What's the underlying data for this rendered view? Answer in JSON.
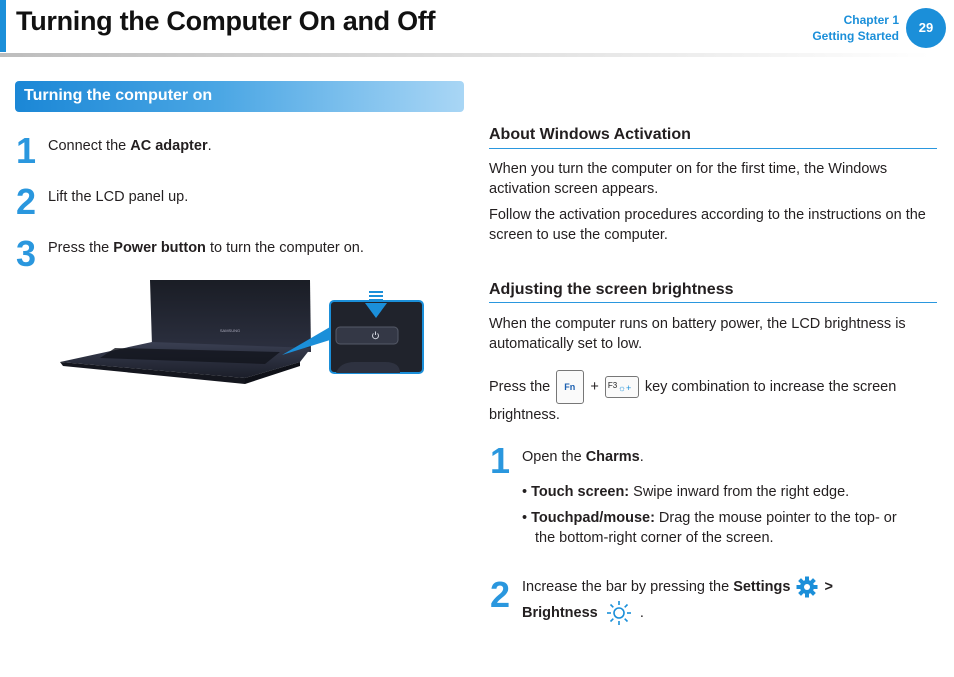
{
  "header": {
    "title": "Turning the Computer On and Off",
    "chapter_label": "Chapter 1",
    "chapter_name": "Getting Started",
    "page_number": "29"
  },
  "section": {
    "title": "Turning the computer on"
  },
  "left_steps": [
    {
      "number": "1",
      "pre": "Connect the ",
      "bold": "AC adapter",
      "post": "."
    },
    {
      "number": "2",
      "pre": "Lift the LCD panel up.",
      "bold": "",
      "post": ""
    },
    {
      "number": "3",
      "pre": "Press the ",
      "bold": "Power button",
      "post": " to turn the computer on."
    }
  ],
  "illustration": {
    "brand": "SAMSUNG"
  },
  "activation": {
    "heading": "About Windows Activation",
    "para1": "When you turn the computer on for the first time, the Windows activation screen appears.",
    "para2": "Follow the activation procedures according to the instructions on the screen to use the computer."
  },
  "brightness": {
    "heading": "Adjusting the screen brightness",
    "para1": "When the computer runs on battery power, the LCD brightness is automatically set to low.",
    "press_pre": "Press the",
    "plus": "+",
    "press_post": "key combination to increase the screen",
    "press_end": "brightness.",
    "fn_key": "Fn",
    "f3_key": "F3",
    "steps": [
      {
        "number": "1",
        "pre": "Open the ",
        "bold": "Charms",
        "post": "."
      },
      {
        "number": "2",
        "pre": "Increase the bar by pressing the ",
        "bold": "Settings",
        "arrow": ">",
        "bold2": "Brightness",
        "post": "."
      }
    ],
    "bullets": [
      {
        "bullet": "•",
        "bold": "Touch screen:",
        "text": " Swipe inward from the right edge."
      },
      {
        "bullet": "•",
        "bold": "Touchpad/mouse:",
        "text": " Drag the mouse pointer to the top- or",
        "text2": "the bottom-right corner of the screen."
      }
    ]
  },
  "colors": {
    "accent": "#1b8fd9",
    "step_number": "#2a97de"
  },
  "icons": [
    "power-icon",
    "gear-icon",
    "brightness-icon",
    "down-arrow-icon"
  ]
}
